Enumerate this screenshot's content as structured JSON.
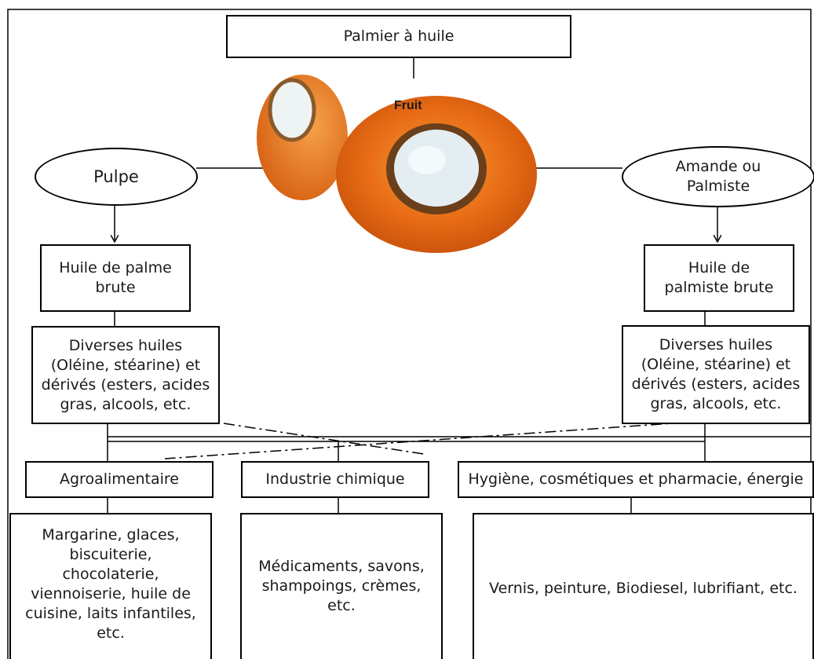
{
  "diagram": {
    "root": "Palmier à huile",
    "fruit_label": "Fruit",
    "left_branch": {
      "part": "Pulpe",
      "crude_oil": "Huile de palme\nbrute",
      "derivatives": "Diverses huiles\n(Oléine, stéarine) et\ndérivés (esters, acides\ngras, alcools, etc."
    },
    "right_branch": {
      "part": "Amande ou\nPalmiste",
      "crude_oil": "Huile de\npalmiste brute",
      "derivatives": "Diverses huiles\n(Oléine, stéarine) et\ndérivés (esters, acides\ngras, alcools, etc."
    },
    "sectors": [
      {
        "name": "Agroalimentaire",
        "products": "Margarine, glaces,\nbiscuiterie,\nchocolaterie,\nviennoiserie, huile de\ncuisine, laits infantiles,\netc."
      },
      {
        "name": "Industrie chimique",
        "products": "Médicaments, savons,\nshampoings, crèmes,\netc."
      },
      {
        "name": "Hygiène, cosmétiques et pharmacie, énergie",
        "products": "Vernis, peinture, Biodiesel, lubrifiant, etc."
      }
    ]
  },
  "colors": {
    "line": "#000000",
    "fruit_flesh": "#e8701a",
    "fruit_shell": "#6b3f1a",
    "kernel": "#e4eef2"
  }
}
